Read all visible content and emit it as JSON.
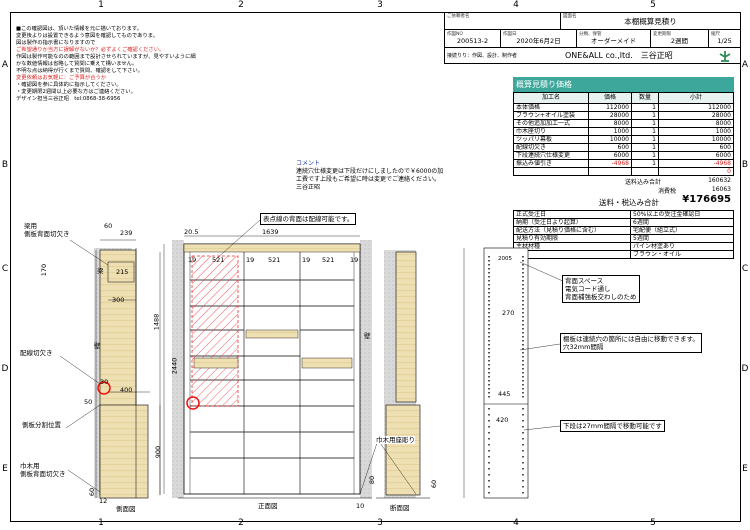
{
  "zones": {
    "columns": [
      "1",
      "2",
      "3",
      "4",
      "5"
    ],
    "rows": [
      "A",
      "B",
      "C",
      "D",
      "E"
    ]
  },
  "notes": {
    "lines": [
      {
        "text": "■この確認図は、頂いた情報を元に描いております。",
        "red": false
      },
      {
        "text": "変更後よりは設置できるよう意図を確認してものでありま。",
        "red": false
      },
      {
        "text": "図は製作の指示書になりますので",
        "red": false
      },
      {
        "text": "ご希望通りか当方に誤解がないか？必ずよくご確認ください。",
        "red": true
      },
      {
        "text": "作図は製作可能なのの範囲まで設計させられていますが、見やすいように細",
        "red": false
      },
      {
        "text": "かな数値情報は省略して質問に乗えて構いません。",
        "red": false
      },
      {
        "text": "不明な点は納得が行くまで質問、確認をして下さい。",
        "red": false
      },
      {
        "text": "変更依頼はお気軽に：ご予算が合うか",
        "red": true
      },
      {
        "text": "・確認図を参に具体的に指示してください。",
        "red": false
      },
      {
        "text": "・変更期限2週間以上必要な方はご連絡ください。",
        "red": false
      },
      {
        "text": "デザイン担当三谷正昭　tel:0868-38-6956",
        "red": false
      }
    ]
  },
  "title_block": {
    "customer_label": "ご依頼者名",
    "drawing_label": "図面名",
    "drawing_name": "本棚概算見積り",
    "order_no_label": "作図NO",
    "order_no": "200513-2",
    "date_label": "作図日",
    "date": "2020年6月2日",
    "category_label": "分類、保管",
    "category": "オーダーメイド",
    "period_label": "変更期限",
    "period": "2週間",
    "scale_label": "縮尺",
    "scale": "1/25",
    "sign_label": "接続りり：作図、設計、制作者",
    "company": "ONE&ALL co.,ltd.　三谷正昭"
  },
  "estimate": {
    "title": "概算見積り価格",
    "headers": [
      "加工名",
      "価格",
      "数量",
      "小計"
    ],
    "rows": [
      {
        "name": "本体価格",
        "price": "112000",
        "qty": "1",
        "sub": "112000",
        "neg": false
      },
      {
        "name": "ブラウン+オイル塗装",
        "price": "28000",
        "qty": "1",
        "sub": "28000",
        "neg": false
      },
      {
        "name": "その他追加加工一式",
        "price": "8000",
        "qty": "1",
        "sub": "8000",
        "neg": false
      },
      {
        "name": "巾木座切り",
        "price": "1000",
        "qty": "1",
        "sub": "1000",
        "neg": false
      },
      {
        "name": "ツッパリ幕板",
        "price": "10000",
        "qty": "1",
        "sub": "10000",
        "neg": false
      },
      {
        "name": "配線切欠き",
        "price": "600",
        "qty": "1",
        "sub": "600",
        "neg": false
      },
      {
        "name": "下段連続穴仕様変更",
        "price": "6000",
        "qty": "1",
        "sub": "6000",
        "neg": false
      },
      {
        "name": "振込み値引き",
        "price": "-4968",
        "qty": "1",
        "sub": "-4968",
        "neg": true
      },
      {
        "name": "",
        "price": "",
        "qty": "",
        "sub": "0",
        "neg": true
      }
    ],
    "total_ex_label": "送料込み合計",
    "total_ex": "160632",
    "tax_label": "消費税",
    "tax": "16063",
    "grand_label": "送料・税込み合計",
    "grand": "¥176695",
    "info": [
      {
        "k": "正式受注日",
        "v": "50%以上の受注金確認日"
      },
      {
        "k": "納期（受注日より起算）",
        "v": "6週間"
      },
      {
        "k": "配送方法（見積り価格に含む）",
        "v": "宅配便（組立式）"
      },
      {
        "k": "見積り有効期限",
        "v": "5週間"
      },
      {
        "k": "主材材種",
        "v": "パイン材塗あり"
      },
      {
        "k": "塗装",
        "v": "ブラウン・オイル"
      }
    ]
  },
  "comment": {
    "title": "コメント",
    "lines": [
      "連続穴仕様変更は下段だけにしましたので￥6000の加",
      "工費です上段もご希望に時は変更でご連絡ください。",
      "三谷正昭"
    ]
  },
  "drawing": {
    "labels": {
      "beam_cut": "梁用\n側板背面切欠き",
      "wiring_cut": "配線切欠き",
      "side_split": "側板分割位置",
      "baseboard_cut": "巾木用\n側板背面切欠き",
      "wall": "壁",
      "beam": "梁",
      "dotted_note": "表点線の背面は配線可能です。",
      "back_space": "背面スペース\n電気コード通し\n背面補強板交わしのため",
      "shelf_move": "棚板は連続穴の箇所には自由に移動できます。\n穴32mm間隔",
      "lower_27": "下段は27mm間隔で移動可能です",
      "baseboard_seat": "巾木用座彫り",
      "side_view": "側面図",
      "front_view": "正面図",
      "section_view": "断面図"
    },
    "dims": {
      "d60a": "60",
      "d239": "239",
      "d215": "215",
      "d300": "300",
      "d400": "400",
      "d30": "30",
      "d50": "50",
      "d170": "170",
      "d1488": "1488",
      "d900": "900",
      "d60b": "60",
      "d12": "12",
      "d2440": "2440",
      "d205": "20.5",
      "d1639": "1639",
      "d19": "19",
      "d521": "521",
      "d445": "445",
      "d420": "420",
      "d270": "270",
      "d2005": "2005",
      "d10": "10",
      "d80": "80",
      "d60c": "60"
    }
  }
}
